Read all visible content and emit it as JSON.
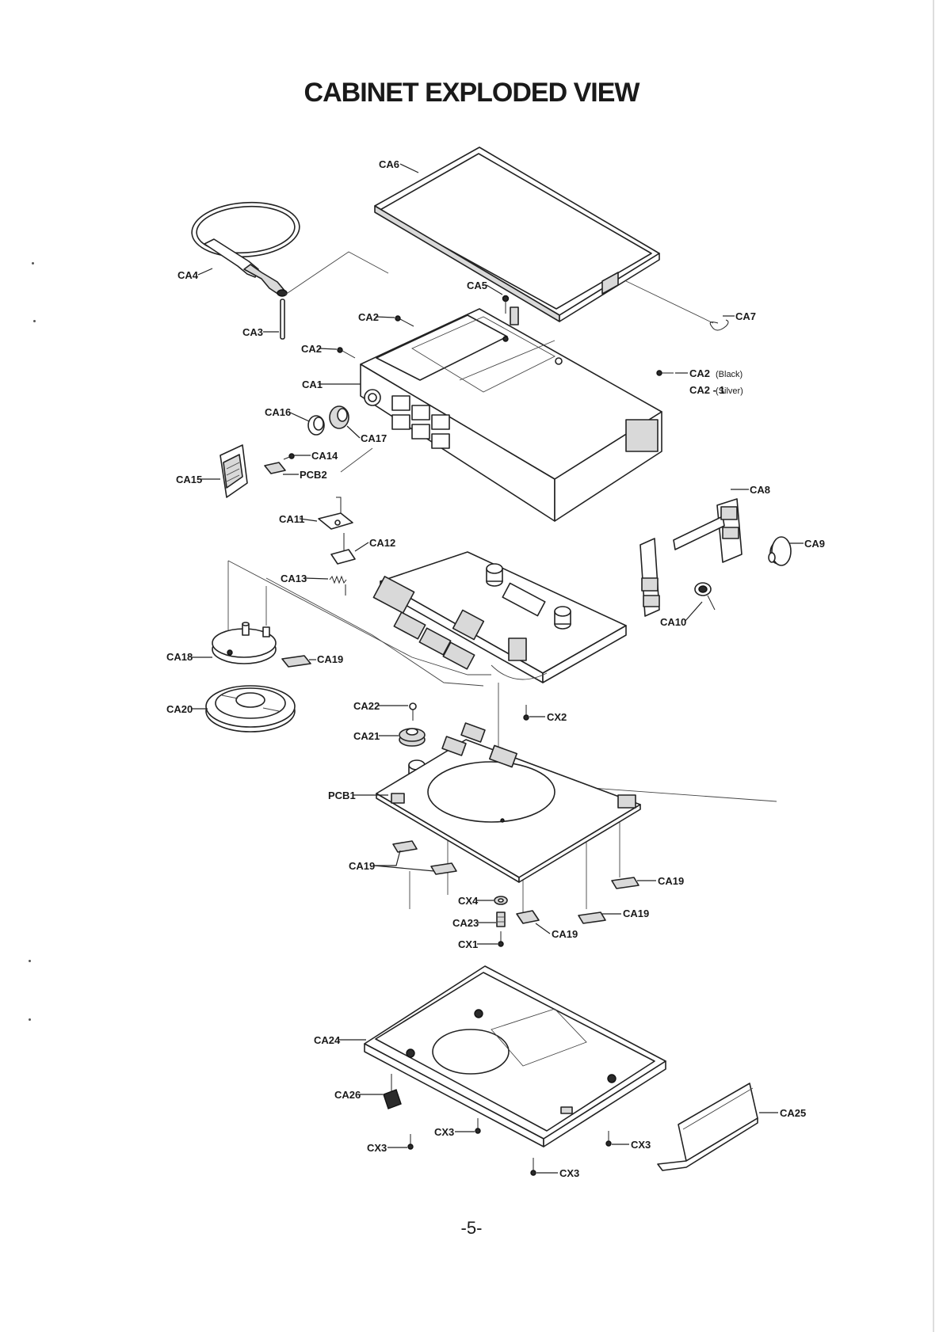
{
  "title": "CABINET EXPLODED VIEW",
  "page_number": "-5-",
  "labels": {
    "CA1": "CA1",
    "CA2": "CA2",
    "CA2_note": "(Black)",
    "CA2_1": "CA2 - 1",
    "CA2_1_note": "(Silver)",
    "CA3": "CA3",
    "CA4": "CA4",
    "CA5": "CA5",
    "CA6": "CA6",
    "CA7": "CA7",
    "CA8": "CA8",
    "CA9": "CA9",
    "CA10": "CA10",
    "CA11": "CA11",
    "CA12": "CA12",
    "CA13": "CA13",
    "CA14": "CA14",
    "CA15": "CA15",
    "CA16": "CA16",
    "CA17": "CA17",
    "CA18": "CA18",
    "CA19": "CA19",
    "CA20": "CA20",
    "CA21": "CA21",
    "CA22": "CA22",
    "CA23": "CA23",
    "CA24": "CA24",
    "CA25": "CA25",
    "CA26": "CA26",
    "CX1": "CX1",
    "CX2": "CX2",
    "CX3": "CX3",
    "CX4": "CX4",
    "PCB1": "PCB1",
    "PCB2": "PCB2"
  }
}
